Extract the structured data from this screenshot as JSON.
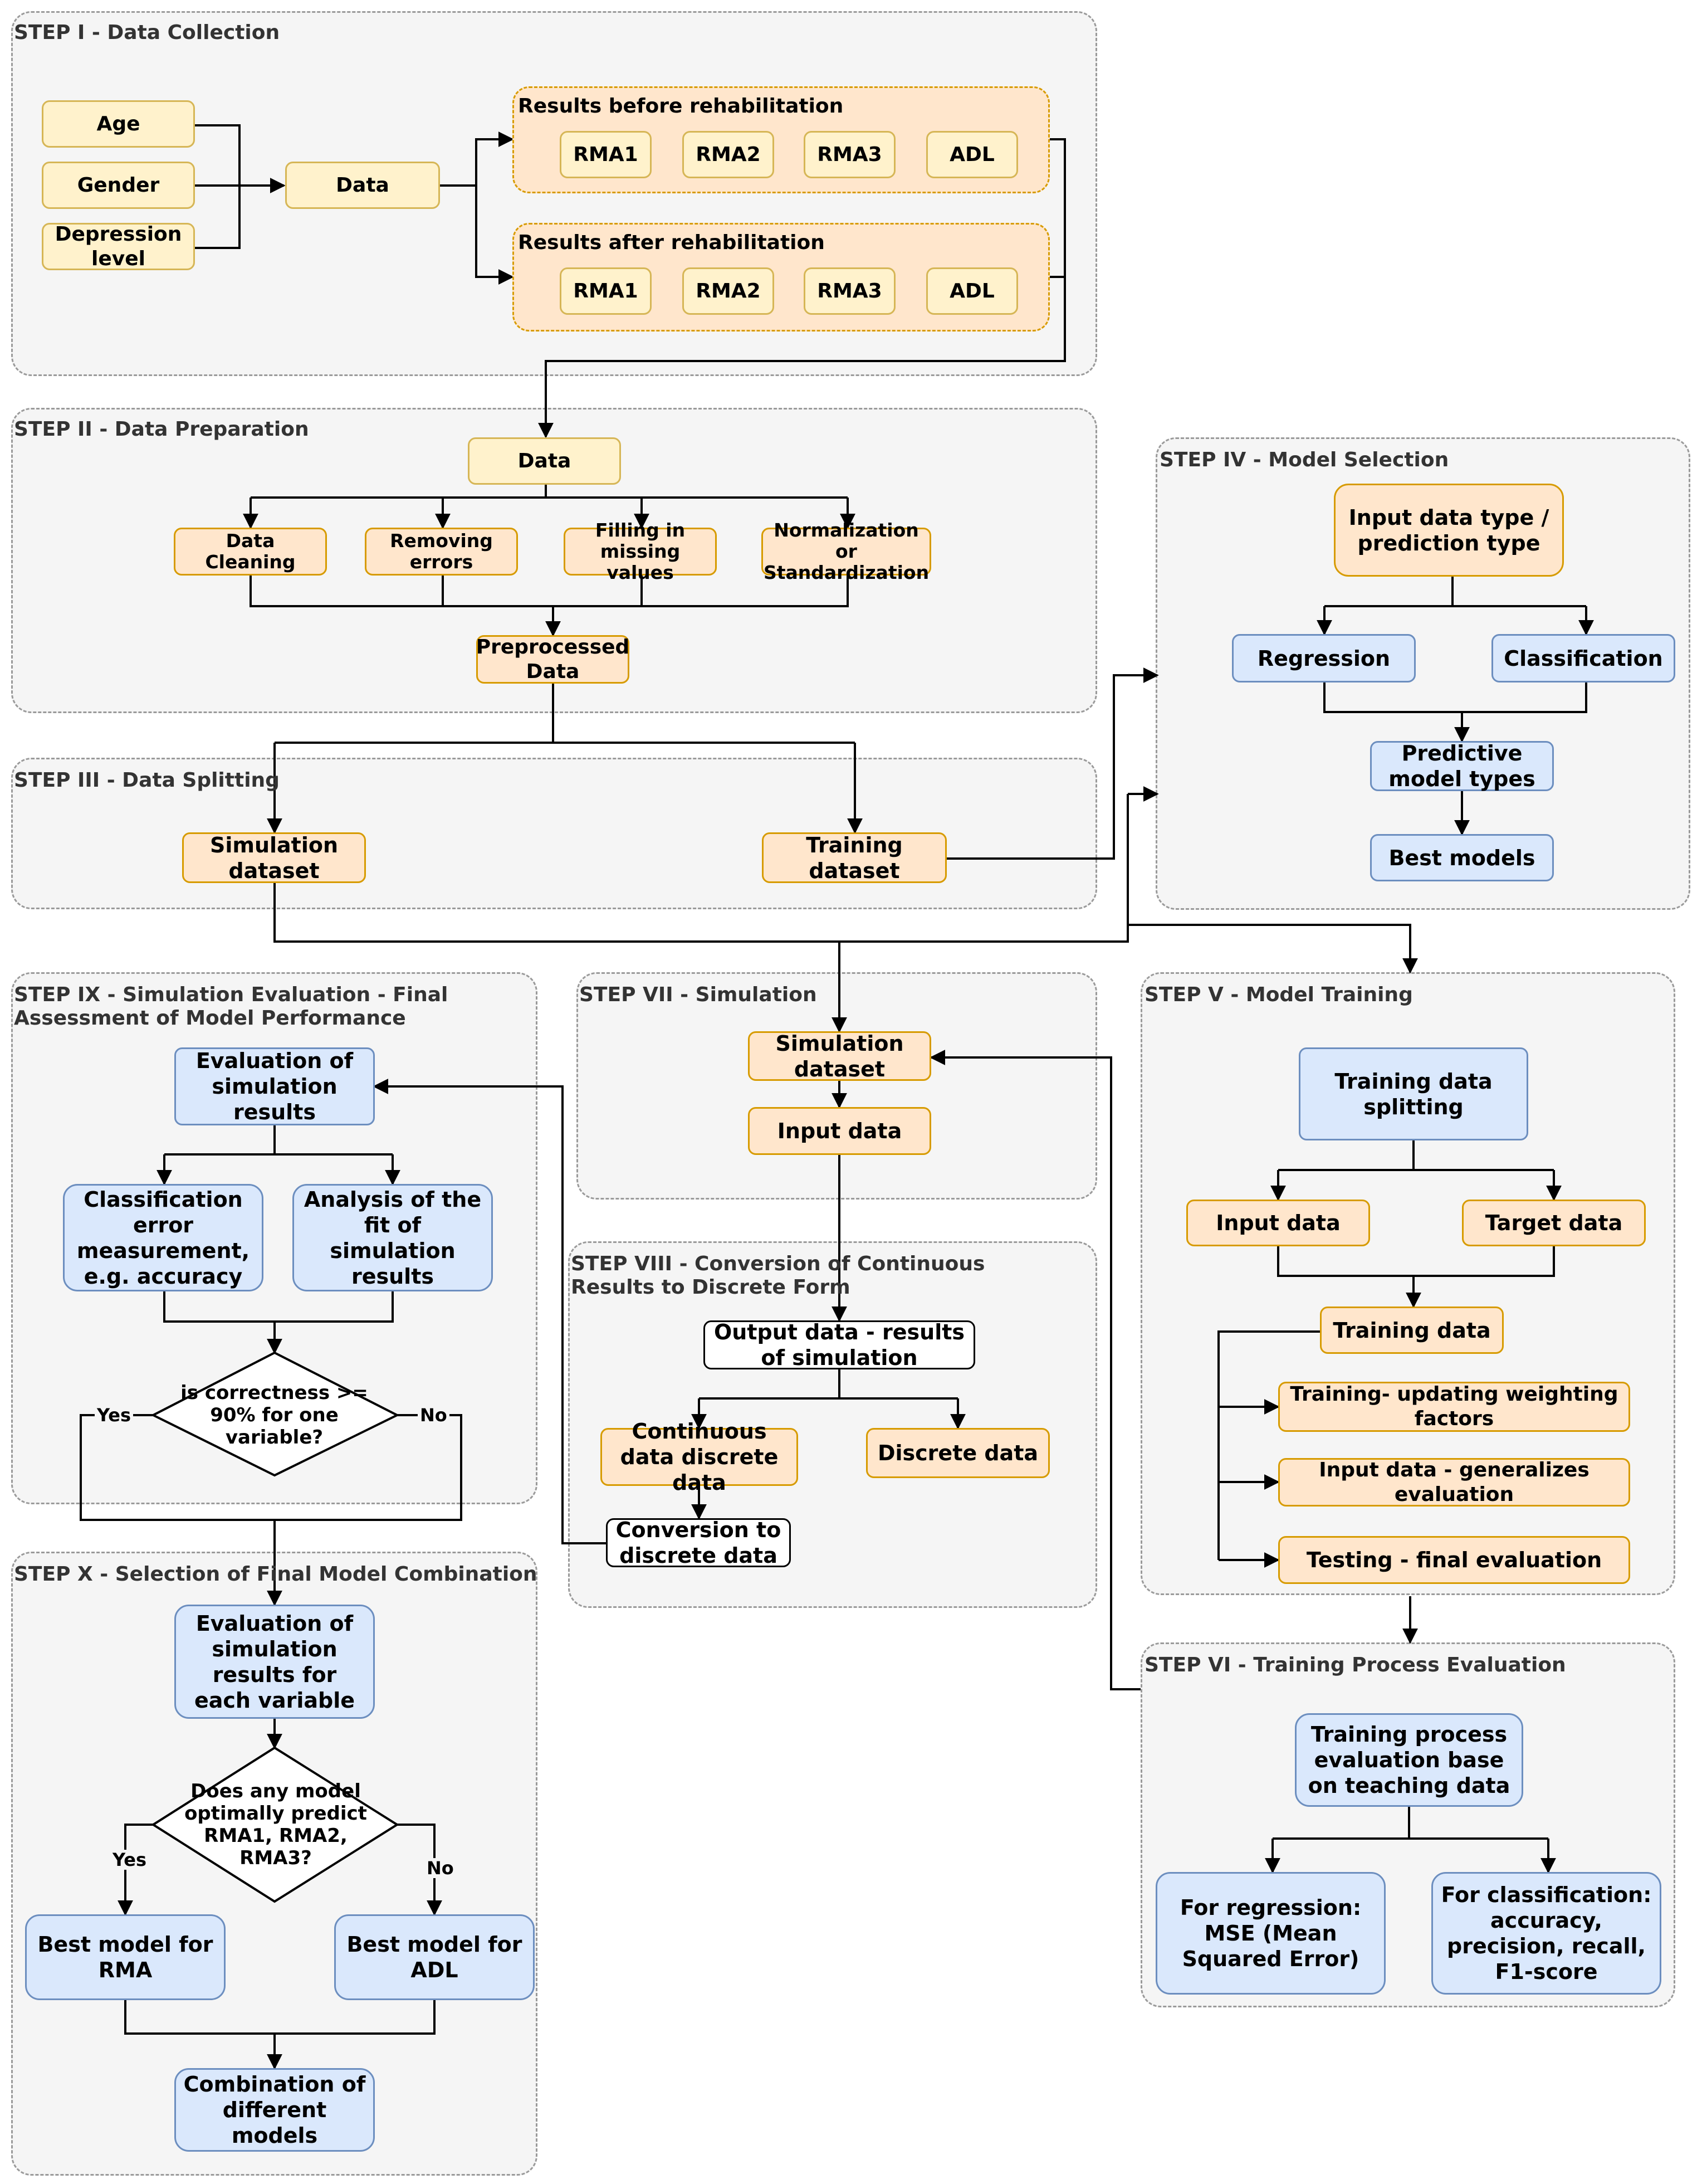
{
  "steps": {
    "s1": "STEP I - Data Collection",
    "s2": "STEP II - Data Preparation",
    "s3": "STEP III - Data Splitting",
    "s4": "STEP IV - Model Selection",
    "s5": "STEP V - Model Training",
    "s6": "STEP VI - Training Process Evaluation",
    "s7": "STEP VII - Simulation",
    "s8": "STEP VIII - Conversion of Continuous Results to Discrete Form",
    "s9": "STEP IX - Simulation Evaluation - Final Assessment of Model Performance",
    "s10": "STEP X - Selection of Final Model Combination"
  },
  "step1": {
    "age": "Age",
    "gender": "Gender",
    "depression": "Depression level",
    "data": "Data",
    "before_title": "Results before rehabilitation",
    "after_title": "Results after rehabilitation",
    "before_items": [
      "RMA1",
      "RMA2",
      "RMA3",
      "ADL"
    ],
    "after_items": [
      "RMA1",
      "RMA2",
      "RMA3",
      "ADL"
    ]
  },
  "step2": {
    "data": "Data",
    "cleaning": "Data Cleaning",
    "removing": "Removing errors",
    "filling": "Filling in missing values",
    "normalization": "Normalization or Standardization",
    "preprocessed": "Preprocessed Data"
  },
  "step3": {
    "simulation": "Simulation dataset",
    "training": "Training dataset"
  },
  "step4": {
    "input_type": "Input data type / prediction type",
    "regression": "Regression",
    "classification": "Classification",
    "predictive": "Predictive model types",
    "best": "Best models"
  },
  "step5": {
    "splitting": "Training data splitting",
    "input": "Input data",
    "target": "Target data",
    "training_data": "Training data",
    "updating": "Training- updating weighting factors",
    "generalizes": "Input data - generalizes evaluation",
    "testing": "Testing - final evaluation"
  },
  "step6": {
    "process": "Training process evaluation base on teaching data",
    "regression": "For regression: MSE (Mean Squared Error)",
    "classification": "For classification: accuracy, precision, recall, F1-score"
  },
  "step7": {
    "simulation": "Simulation dataset",
    "input": "Input data"
  },
  "step8": {
    "output": "Output data - results of simulation",
    "continuous": "Continuous data discrete data",
    "discrete": "Discrete data",
    "conversion": "Conversion to discrete data"
  },
  "step9": {
    "evaluation": "Evaluation of simulation results",
    "classification_error": "Classification error measurement, e.g. accuracy",
    "analysis": "Analysis of the fit of simulation results",
    "decision": "is correctness >= 90% for one variable?",
    "yes": "Yes",
    "no": "No"
  },
  "step10": {
    "evaluation": "Evaluation of simulation results for each variable",
    "decision": "Does any model optimally predict RMA1, RMA2, RMA3?",
    "yes": "Yes",
    "no": "No",
    "best_rma": "Best model for RMA",
    "best_adl": "Best model for ADL",
    "combination": "Combination of different models"
  },
  "colors": {
    "yellow_fill": "#fff2cc",
    "yellow_border": "#d6b656",
    "orange_fill": "#ffe6cc",
    "orange_border": "#d79b00",
    "blue_fill": "#dae8fc",
    "blue_border": "#6c8ebf",
    "group_fill": "#f5f5f5",
    "group_border": "#9a9a9a"
  }
}
